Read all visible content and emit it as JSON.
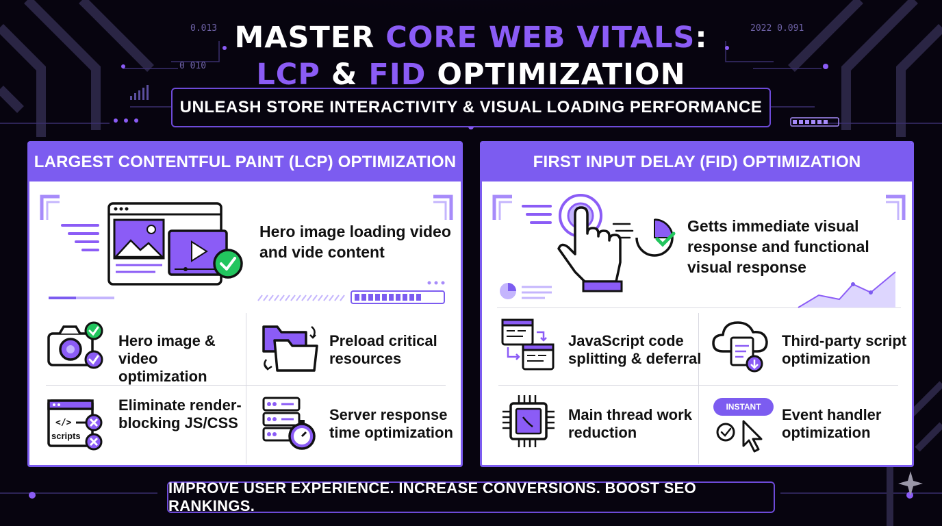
{
  "header": {
    "title_line1_a": "MASTER ",
    "title_line1_b": "CORE WEB VITALS",
    "title_line1_c": ":",
    "title_line2_a": "LCP",
    "title_line2_b": " & ",
    "title_line2_c": "FID",
    "title_line2_d": " OPTIMIZATION",
    "subtitle": "UNLEASH STORE INTERACTIVITY & VISUAL LOADING PERFORMANCE",
    "deco_left_top": "0.013",
    "deco_left_mid": "0 010",
    "deco_right_top": "2022  0.091"
  },
  "lcp": {
    "heading": "LARGEST CONTENTFUL PAINT (LCP) OPTIMIZATION",
    "hero_text": "Hero image loading video and vide content",
    "items": [
      {
        "label": "Hero image & video optimization",
        "icon": "camera-check-icon"
      },
      {
        "label": "Preload critical resources",
        "icon": "folders-icon"
      },
      {
        "label": "Eliminate render-blocking JS/CSS",
        "icon": "scripts-blocked-icon",
        "icon_text": "scripts"
      },
      {
        "label": "Server response time optimization",
        "icon": "server-timer-icon"
      }
    ]
  },
  "fid": {
    "heading": "FIRST INPUT DELAY (FID) OPTIMIZATION",
    "hero_text": "Getts immediate visual response and functional visual response",
    "items": [
      {
        "label": "JavaScript code splitting & deferral",
        "icon": "code-split-icon"
      },
      {
        "label": "Third-party script optimization",
        "icon": "cloud-script-icon"
      },
      {
        "label": "Main thread work reduction",
        "icon": "cpu-chip-icon"
      },
      {
        "label": "Event handler optimization",
        "icon": "instant-cursor-icon",
        "badge": "INSTANT"
      }
    ]
  },
  "footer": {
    "text": "IMPROVE USER EXPERIENCE. INCREASE CONVERSIONS. BOOST SEO RANKINGS."
  },
  "colors": {
    "accent": "#7c5cf0",
    "background": "#07040f",
    "check": "#22c55e"
  }
}
